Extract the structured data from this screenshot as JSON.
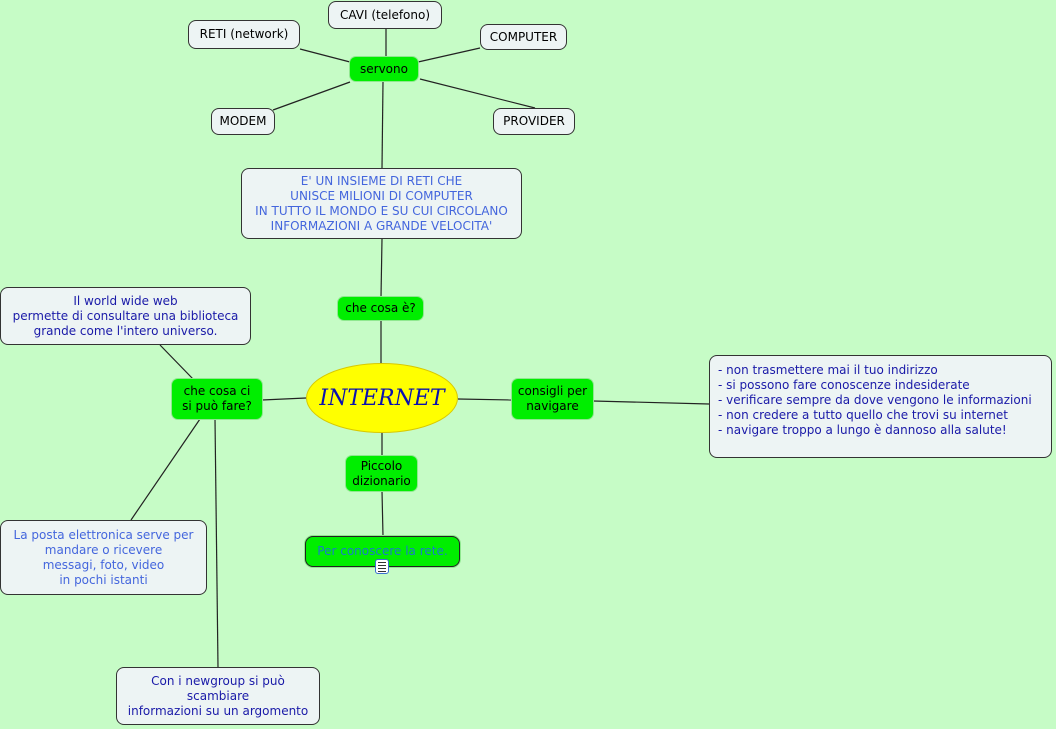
{
  "root": "INTERNET",
  "links": {
    "servono": "servono",
    "che_cosa_e": "che cosa è?",
    "consigli": "consigli per\nnavigare",
    "cosa_fare": "che cosa ci\nsi può fare?",
    "dizionario": "Piccolo\ndizionario"
  },
  "concepts": {
    "cavi": "CAVI (telefono)",
    "reti": "RETI (network)",
    "computer": "COMPUTER",
    "modem": "MODEM",
    "provider": "PROVIDER",
    "definizione": "E' UN INSIEME DI RETI CHE\nUNISCE MILIONI DI COMPUTER\nIN TUTTO IL MONDO E SU CUI CIRCOLANO\nINFORMAZIONI A GRANDE VELOCITA'",
    "consigli": "- non trasmettere mai il tuo indirizzo\n- si possono fare conoscenze indesiderate\n- verificare sempre da dove vengono le informazioni\n- non credere a tutto quello che trovi su internet\n- navigare troppo a lungo è dannoso alla salute!",
    "www": "Il world wide web\npermette di consultare una biblioteca\ngrande come l'intero universo.",
    "posta": "La posta elettronica serve per\nmandare o ricevere\nmessagi, foto, video\nin pochi istanti",
    "newgroup": "Con i newgroup si può\nscambiare\ninformazioni su un argomento",
    "conoscere": "Per conoscere la rete."
  },
  "icons": {
    "resource": "document-icon"
  }
}
